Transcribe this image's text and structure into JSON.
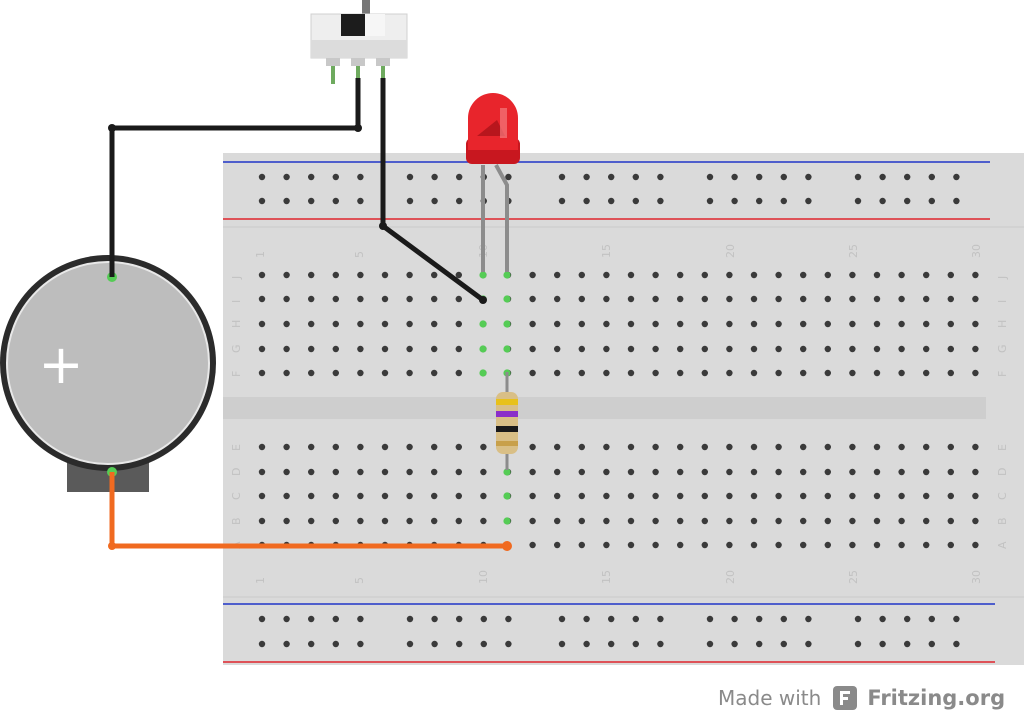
{
  "breadboard": {
    "column_numbers": [
      "1",
      "5",
      "10",
      "15",
      "20",
      "25",
      "30"
    ],
    "row_letters_top": [
      "J",
      "I",
      "H",
      "G",
      "F"
    ],
    "row_letters_bottom": [
      "E",
      "D",
      "C",
      "B",
      "A"
    ],
    "colors": {
      "body": "#dadada",
      "hole": "#3a3a3a",
      "highlight": "#55cc55",
      "rail_positive": "#e0242c",
      "rail_negative": "#2034c8"
    }
  },
  "components": {
    "battery": {
      "symbol": "+",
      "color": "#bdbdbd"
    },
    "led": {
      "color": "#e8252c"
    },
    "resistor": {
      "bands": [
        "#e8c11a",
        "#8b2fc9",
        "#1a1a1a",
        "#c8a04a"
      ]
    },
    "switch": {
      "color": "#eeeeee"
    },
    "wires": {
      "colors": {
        "black": "#1a1a1a",
        "orange": "#f06a20"
      }
    }
  },
  "watermark": {
    "made_with": "Made with",
    "brand": "Fritzing.org"
  }
}
